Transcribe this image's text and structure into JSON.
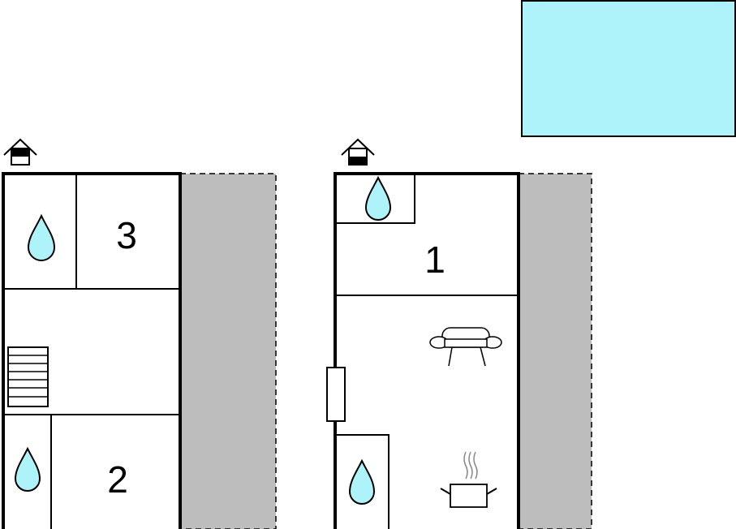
{
  "room_labels": {
    "room_1": "1",
    "room_2": "2",
    "room_3": "3"
  },
  "colors": {
    "pool": "#aef3fa",
    "water_drop": "#aef3fa",
    "terrace": "#bdbdbd",
    "walls": "#000000"
  },
  "icons": {
    "entrance": "house-entrance-icon",
    "bathroom": "water-drop-icon",
    "stairs": "stairs-icon",
    "sofa": "sofa-icon",
    "kitchen": "cooking-pot-icon",
    "window": "window-icon"
  }
}
